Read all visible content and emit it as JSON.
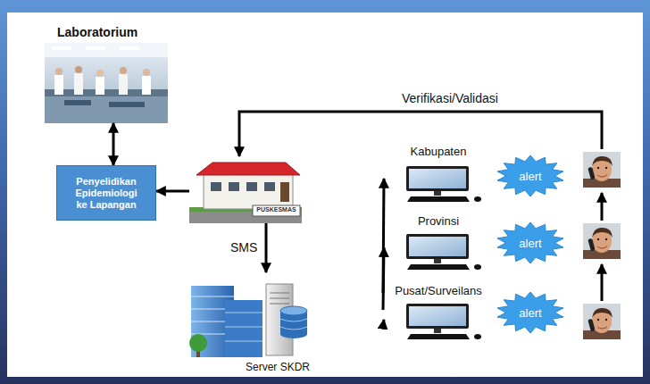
{
  "diagram": {
    "nodes": [
      {
        "text": [
          "Laboratorium"
        ]
      },
      {
        "text": [
          "Penyelidikan Epidemiologi ke Lapangan"
        ]
      },
      {
        "text": [
          "PUSKESMAS"
        ]
      },
      {
        "text": [
          "Server SKDR"
        ]
      },
      {
        "text": [
          "Kabupaten"
        ]
      },
      {
        "text": [
          "Provinsi"
        ]
      },
      {
        "text": [
          "Pusat/Surveilans"
        ]
      },
      {
        "text": [
          "alert"
        ]
      },
      {
        "text": [
          "alert"
        ]
      },
      {
        "text": [
          "alert"
        ]
      }
    ],
    "edges": [
      {
        "from": 0,
        "to": 1,
        "arrow": "both"
      },
      {
        "from": 2,
        "to": 1,
        "arrow": "to"
      },
      {
        "from": 2,
        "to": 3,
        "label": "SMS",
        "arrow": "to"
      },
      {
        "from": 3,
        "to": 4,
        "arrow": "to"
      },
      {
        "from": 3,
        "to": 5,
        "arrow": "to"
      },
      {
        "from": 3,
        "to": 6,
        "arrow": "to"
      }
    ],
    "labels": [
      "Verifikasi/Validasi"
    ]
  }
}
